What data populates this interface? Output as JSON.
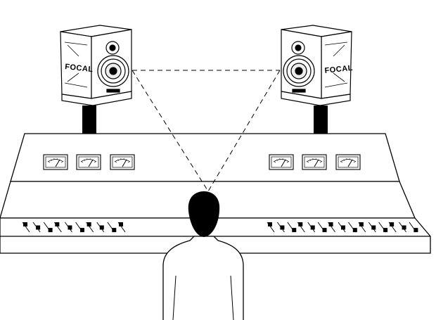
{
  "speakers": {
    "left": {
      "brand": "FOCAL"
    },
    "right": {
      "brand": "FOCAL"
    }
  },
  "meters": {
    "left_count": 3,
    "right_count": 3
  },
  "faders": {
    "left_count": 10,
    "right_count": 15
  },
  "colors": {
    "ink": "#000000",
    "paper": "#ffffff"
  },
  "icons": [
    "speaker-icon",
    "vu-meter-icon",
    "fader-icon",
    "listener-head-icon"
  ]
}
